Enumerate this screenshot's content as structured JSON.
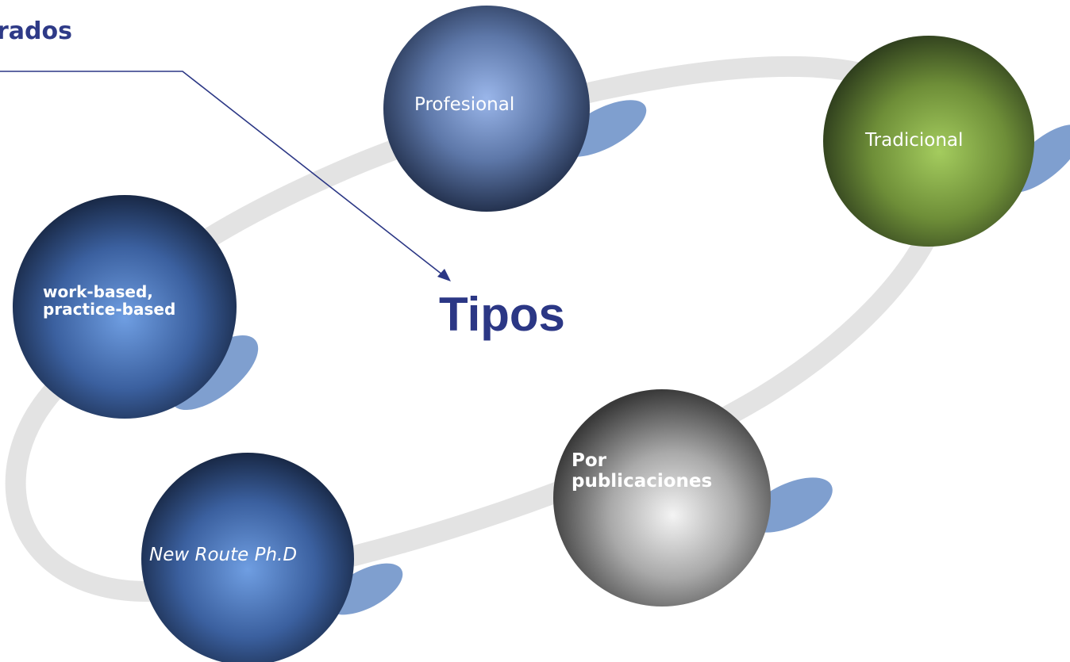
{
  "heading": "rados",
  "center_title": "Tipos",
  "nodes": {
    "profesional": "Profesional",
    "tradicional": "Tradicional",
    "work_based_line1": "work-based,",
    "work_based_line2": "practice-based",
    "new_route": "New Route Ph.D",
    "por_publicaciones_line1": "Por",
    "por_publicaciones_line2": "publicaciones"
  },
  "colors": {
    "title": "#2b3785",
    "track": "#e3e3e3",
    "shadow": "#7f9fcf",
    "blue_sphere_light": "#8fb1e6",
    "blue_sphere_dark": "#1a2b4a",
    "green_sphere_light": "#9cc35a",
    "green_sphere_dark": "#2f3f1e",
    "grey_sphere_light": "#f2f2f2",
    "grey_sphere_dark": "#3e3e3e"
  }
}
